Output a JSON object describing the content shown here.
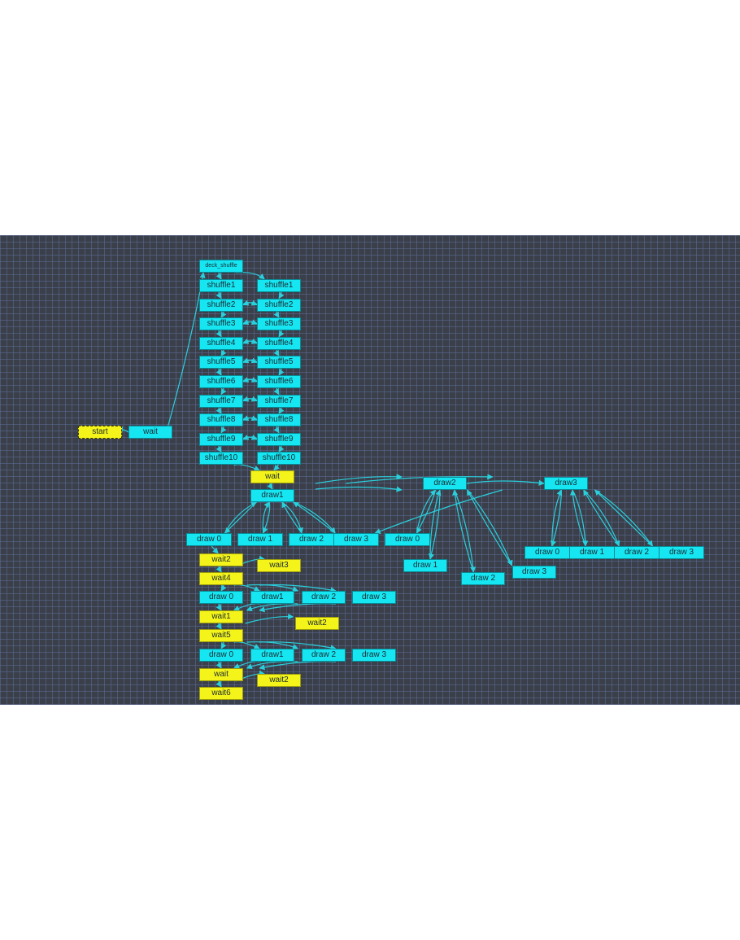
{
  "diagram": {
    "nodes": [
      {
        "id": "start",
        "label": "start",
        "color": "yellow"
      },
      {
        "id": "wait_a",
        "label": "wait",
        "color": "cyan"
      },
      {
        "id": "deck_shuffle",
        "label": "deck_shuffle",
        "color": "cyan"
      },
      {
        "id": "l_shuffle1",
        "label": "shuffle1",
        "color": "cyan"
      },
      {
        "id": "l_shuffle2",
        "label": "shuffle2",
        "color": "cyan"
      },
      {
        "id": "l_shuffle3",
        "label": "shuffle3",
        "color": "cyan"
      },
      {
        "id": "l_shuffle4",
        "label": "shuffle4",
        "color": "cyan"
      },
      {
        "id": "l_shuffle5",
        "label": "shuffle5",
        "color": "cyan"
      },
      {
        "id": "l_shuffle6",
        "label": "shuffle6",
        "color": "cyan"
      },
      {
        "id": "l_shuffle7",
        "label": "shuffle7",
        "color": "cyan"
      },
      {
        "id": "l_shuffle8",
        "label": "shuffle8",
        "color": "cyan"
      },
      {
        "id": "l_shuffle9",
        "label": "shuffle9",
        "color": "cyan"
      },
      {
        "id": "l_shuffle10",
        "label": "shuffle10",
        "color": "cyan"
      },
      {
        "id": "r_shuffle1",
        "label": "shuffle1",
        "color": "cyan"
      },
      {
        "id": "r_shuffle2",
        "label": "shuffle2",
        "color": "cyan"
      },
      {
        "id": "r_shuffle3",
        "label": "shuffle3",
        "color": "cyan"
      },
      {
        "id": "r_shuffle4",
        "label": "shuffle4",
        "color": "cyan"
      },
      {
        "id": "r_shuffle5",
        "label": "shuffle5",
        "color": "cyan"
      },
      {
        "id": "r_shuffle6",
        "label": "shuffle6",
        "color": "cyan"
      },
      {
        "id": "r_shuffle7",
        "label": "shuffle7",
        "color": "cyan"
      },
      {
        "id": "r_shuffle8",
        "label": "shuffle8",
        "color": "cyan"
      },
      {
        "id": "r_shuffle9",
        "label": "shuffle9",
        "color": "cyan"
      },
      {
        "id": "r_shuffle10",
        "label": "shuffle10",
        "color": "cyan"
      },
      {
        "id": "wait_b",
        "label": "wait",
        "color": "yellow"
      },
      {
        "id": "draw1_a",
        "label": "draw1",
        "color": "cyan"
      },
      {
        "id": "draw2_a",
        "label": "draw2",
        "color": "cyan"
      },
      {
        "id": "draw3_a",
        "label": "draw3",
        "color": "cyan"
      },
      {
        "id": "d1_0",
        "label": "draw  0",
        "color": "cyan"
      },
      {
        "id": "d1_1",
        "label": "draw  1",
        "color": "cyan"
      },
      {
        "id": "d1_2",
        "label": "draw  2",
        "color": "cyan"
      },
      {
        "id": "d1_3",
        "label": "draw  3",
        "color": "cyan"
      },
      {
        "id": "d2_0",
        "label": "draw  0",
        "color": "cyan"
      },
      {
        "id": "d2_1",
        "label": "draw  1",
        "color": "cyan"
      },
      {
        "id": "d2_2",
        "label": "draw  2",
        "color": "cyan"
      },
      {
        "id": "d2_3",
        "label": "draw  3",
        "color": "cyan"
      },
      {
        "id": "d3_0",
        "label": "draw  0",
        "color": "cyan"
      },
      {
        "id": "d3_1",
        "label": "draw  1",
        "color": "cyan"
      },
      {
        "id": "d3_2",
        "label": "draw  2",
        "color": "cyan"
      },
      {
        "id": "d3_3",
        "label": "draw  3",
        "color": "cyan"
      },
      {
        "id": "wait2_a",
        "label": "wait2",
        "color": "yellow"
      },
      {
        "id": "wait3_a",
        "label": "wait3",
        "color": "yellow"
      },
      {
        "id": "wait4_a",
        "label": "wait4",
        "color": "yellow"
      },
      {
        "id": "r4_0",
        "label": "draw  0",
        "color": "cyan"
      },
      {
        "id": "r4_1",
        "label": "draw1",
        "color": "cyan"
      },
      {
        "id": "r4_2",
        "label": "draw  2",
        "color": "cyan"
      },
      {
        "id": "r4_3",
        "label": "draw  3",
        "color": "cyan"
      },
      {
        "id": "wait1_a",
        "label": "wait1",
        "color": "yellow"
      },
      {
        "id": "wait2_b",
        "label": "wait2",
        "color": "yellow"
      },
      {
        "id": "wait5_a",
        "label": "wait5",
        "color": "yellow"
      },
      {
        "id": "r5_0",
        "label": "draw  0",
        "color": "cyan"
      },
      {
        "id": "r5_1",
        "label": "draw1",
        "color": "cyan"
      },
      {
        "id": "r5_2",
        "label": "draw  2",
        "color": "cyan"
      },
      {
        "id": "r5_3",
        "label": "draw  3",
        "color": "cyan"
      },
      {
        "id": "wait_c",
        "label": "wait",
        "color": "yellow"
      },
      {
        "id": "wait2_c",
        "label": "wait2",
        "color": "yellow"
      },
      {
        "id": "wait6_a",
        "label": "wait6",
        "color": "yellow"
      }
    ],
    "edges": [
      [
        "wait_a",
        "start"
      ],
      [
        "wait_a",
        "deck_shuffle"
      ],
      [
        "deck_shuffle",
        "l_shuffle1"
      ],
      [
        "deck_shuffle",
        "r_shuffle1"
      ],
      [
        "l_shuffle1",
        "l_shuffle2"
      ],
      [
        "l_shuffle2",
        "l_shuffle3"
      ],
      [
        "l_shuffle3",
        "l_shuffle4"
      ],
      [
        "l_shuffle4",
        "l_shuffle5"
      ],
      [
        "l_shuffle5",
        "l_shuffle6"
      ],
      [
        "l_shuffle6",
        "l_shuffle7"
      ],
      [
        "l_shuffle7",
        "l_shuffle8"
      ],
      [
        "l_shuffle8",
        "l_shuffle9"
      ],
      [
        "l_shuffle9",
        "l_shuffle10"
      ],
      [
        "r_shuffle1",
        "r_shuffle2"
      ],
      [
        "r_shuffle2",
        "r_shuffle3"
      ],
      [
        "r_shuffle3",
        "r_shuffle4"
      ],
      [
        "r_shuffle4",
        "r_shuffle5"
      ],
      [
        "r_shuffle5",
        "r_shuffle6"
      ],
      [
        "r_shuffle6",
        "r_shuffle7"
      ],
      [
        "r_shuffle7",
        "r_shuffle8"
      ],
      [
        "r_shuffle8",
        "r_shuffle9"
      ],
      [
        "r_shuffle9",
        "r_shuffle10"
      ],
      [
        "l_shuffle2",
        "r_shuffle2"
      ],
      [
        "r_shuffle2",
        "l_shuffle2"
      ],
      [
        "l_shuffle3",
        "r_shuffle3"
      ],
      [
        "r_shuffle3",
        "l_shuffle3"
      ],
      [
        "l_shuffle4",
        "r_shuffle4"
      ],
      [
        "r_shuffle4",
        "l_shuffle4"
      ],
      [
        "l_shuffle5",
        "r_shuffle5"
      ],
      [
        "r_shuffle5",
        "l_shuffle5"
      ],
      [
        "l_shuffle6",
        "r_shuffle6"
      ],
      [
        "r_shuffle6",
        "l_shuffle6"
      ],
      [
        "l_shuffle7",
        "r_shuffle7"
      ],
      [
        "r_shuffle7",
        "l_shuffle7"
      ],
      [
        "l_shuffle8",
        "r_shuffle8"
      ],
      [
        "r_shuffle8",
        "l_shuffle8"
      ],
      [
        "l_shuffle9",
        "r_shuffle9"
      ],
      [
        "r_shuffle9",
        "l_shuffle9"
      ],
      [
        "l_shuffle10",
        "wait_b"
      ],
      [
        "r_shuffle10",
        "wait_b"
      ],
      [
        "wait_b",
        "draw1_a"
      ],
      [
        "wait_b",
        "draw2_a"
      ],
      [
        "wait_b",
        "draw3_a"
      ],
      [
        "draw1_a",
        "draw2_a"
      ],
      [
        "draw2_a",
        "draw3_a"
      ],
      [
        "draw1_a",
        "d1_0"
      ],
      [
        "d1_0",
        "draw1_a"
      ],
      [
        "draw1_a",
        "d1_1"
      ],
      [
        "d1_1",
        "draw1_a"
      ],
      [
        "draw1_a",
        "d1_2"
      ],
      [
        "d1_2",
        "draw1_a"
      ],
      [
        "draw1_a",
        "d1_3"
      ],
      [
        "d1_3",
        "draw1_a"
      ],
      [
        "draw2_a",
        "d2_0"
      ],
      [
        "d2_0",
        "draw2_a"
      ],
      [
        "draw2_a",
        "d2_1"
      ],
      [
        "d2_1",
        "draw2_a"
      ],
      [
        "draw2_a",
        "d2_2"
      ],
      [
        "d2_2",
        "draw2_a"
      ],
      [
        "draw2_a",
        "d2_3"
      ],
      [
        "d2_3",
        "draw2_a"
      ],
      [
        "draw3_a",
        "d3_0"
      ],
      [
        "d3_0",
        "draw3_a"
      ],
      [
        "draw3_a",
        "d3_1"
      ],
      [
        "d3_1",
        "draw3_a"
      ],
      [
        "draw3_a",
        "d3_2"
      ],
      [
        "d3_2",
        "draw3_a"
      ],
      [
        "draw3_a",
        "d3_3"
      ],
      [
        "d3_3",
        "draw3_a"
      ],
      [
        "draw3_a",
        "d1_2"
      ],
      [
        "d1_0",
        "wait2_a"
      ],
      [
        "wait2_a",
        "wait3_a"
      ],
      [
        "wait2_a",
        "wait4_a"
      ],
      [
        "wait4_a",
        "r4_0"
      ],
      [
        "wait4_a",
        "r4_1"
      ],
      [
        "wait4_a",
        "r4_2"
      ],
      [
        "wait4_a",
        "r4_3"
      ],
      [
        "r4_1",
        "wait1_a"
      ],
      [
        "r4_2",
        "wait1_a"
      ],
      [
        "r4_3",
        "wait1_a"
      ],
      [
        "r4_0",
        "wait1_a"
      ],
      [
        "wait1_a",
        "wait2_b"
      ],
      [
        "wait1_a",
        "wait5_a"
      ],
      [
        "wait5_a",
        "r5_0"
      ],
      [
        "wait5_a",
        "r5_1"
      ],
      [
        "wait5_a",
        "r5_2"
      ],
      [
        "wait5_a",
        "r5_3"
      ],
      [
        "r5_1",
        "wait_c"
      ],
      [
        "r5_2",
        "wait_c"
      ],
      [
        "r5_3",
        "wait_c"
      ],
      [
        "r5_0",
        "wait_c"
      ],
      [
        "wait_c",
        "wait2_c"
      ],
      [
        "wait_c",
        "wait6_a"
      ]
    ]
  },
  "colors": {
    "canvas": "#3b3f4a",
    "node_cyan": "#16e6f2",
    "node_yellow": "#f4f41a",
    "edge": "#29d0dc"
  }
}
